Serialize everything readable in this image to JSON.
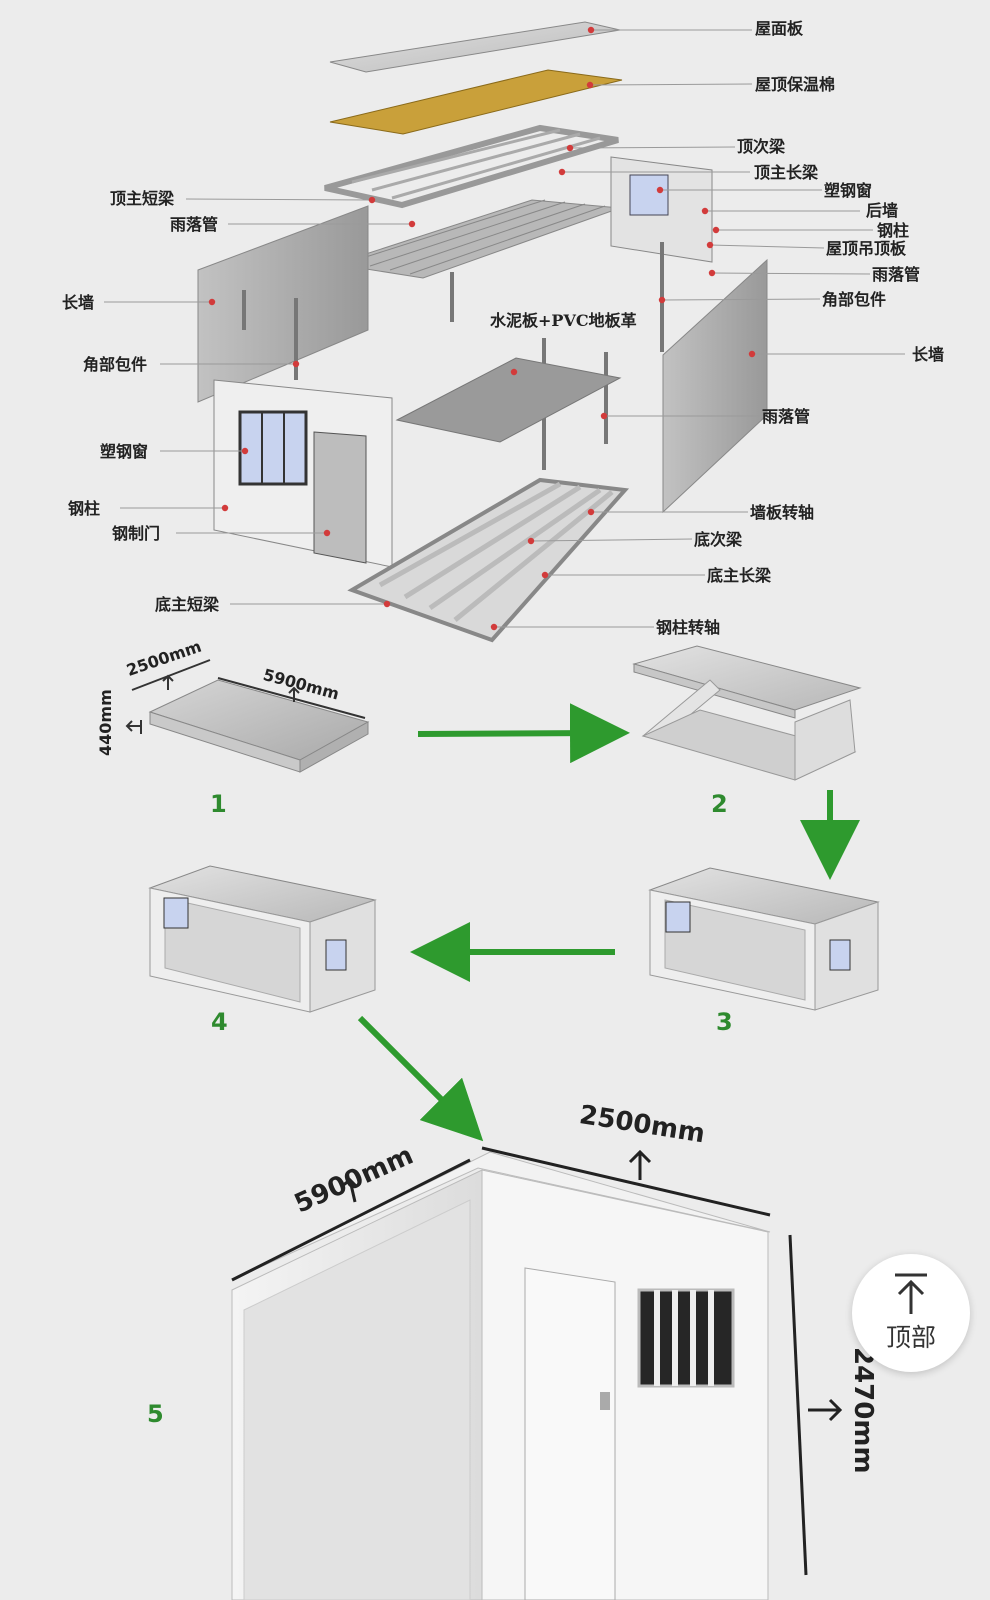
{
  "labels": [
    "屋面板",
    "屋顶保温棉",
    "顶次梁",
    "顶主长梁",
    "塑钢窗",
    "后墙",
    "钢柱",
    "屋顶吊顶板",
    "雨落管",
    "角部包件",
    "长墙",
    "雨落管",
    "墙板转轴",
    "底次梁",
    "底主长梁",
    "钢柱转轴",
    "底主短梁",
    "钢制门",
    "钢柱",
    "塑钢窗",
    "角部包件",
    "长墙",
    "顶主短梁",
    "雨落管",
    "水泥板+PVC地板革"
  ],
  "steps": [
    "1",
    "2",
    "3",
    "4",
    "5"
  ],
  "dimensions": {
    "flat_width": "2500mm",
    "flat_length": "5900mm",
    "flat_height": "440mm",
    "final_length": "5900mm",
    "final_width": "2500mm",
    "final_height": "2470mm"
  },
  "colors": {
    "arrow": "#2e9a2e",
    "step": "#2e8a2e",
    "insulation": "#c9a03a",
    "marker": "#d23b3b"
  },
  "scroll_top": {
    "icon": "arrow-up-icon",
    "label": "顶部"
  }
}
